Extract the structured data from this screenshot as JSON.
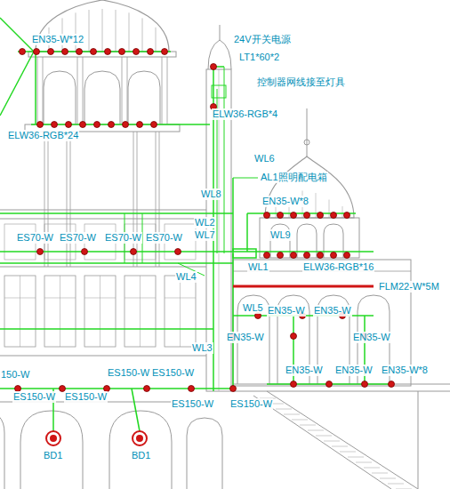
{
  "diagram": {
    "labels": [
      "EN35-W*12",
      "24V开关电源",
      "LT1*60*2",
      "控制器网线接至灯具",
      "ELW36-RGB*4",
      "ELW36-RGB*24",
      "WL6",
      "AL1照明配电箱",
      "WL8",
      "EN35-W*8",
      "WL2",
      "WL7",
      "ES70-W",
      "ES70-W",
      "ES70-W",
      "ES70-W",
      "WL9",
      "WL1",
      "ELW36-RGB*16",
      "FLM22-W*5M",
      "WL4",
      "WL5",
      "EN35-W",
      "EN35-W",
      "EN35-W",
      "EN35-W",
      "WL3",
      "150-W",
      "ES150-W",
      "ES150-W",
      "EN35-W",
      "EN35-W",
      "EN35-W*8",
      "ES150-W",
      "ES150-W",
      "ES150-W",
      "ES150-W",
      "BD1",
      "BD1"
    ]
  }
}
